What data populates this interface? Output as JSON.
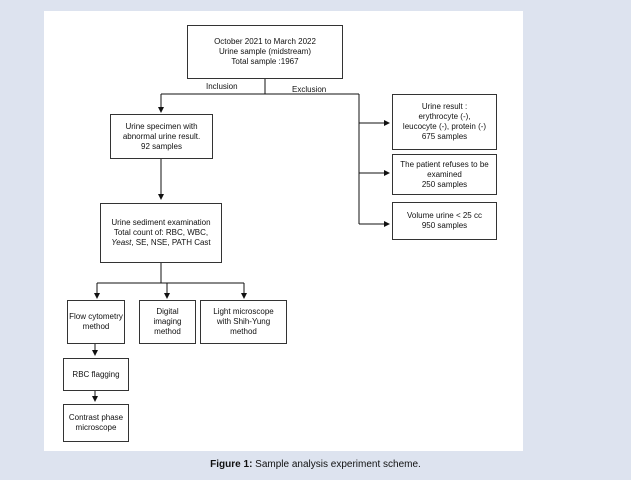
{
  "boxes": {
    "source": [
      "October 2021 to March 2022",
      "Urine sample (midstream)",
      "Total sample :1967"
    ],
    "abnormal": [
      "Urine specimen with",
      "abnormal urine result.",
      "92 samples"
    ],
    "excl_normal": [
      "Urine result :",
      "erythrocyte (-),",
      "leucocyte (-), protein (-)",
      "675 samples"
    ],
    "excl_refuse": [
      "The patient refuses to be",
      "examined",
      "250 samples"
    ],
    "excl_volume": [
      "Volume urine < 25 cc",
      "950 samples"
    ],
    "sediment": [
      "Urine sediment examination",
      "Total count of: RBC, WBC,",
      "Yeast, SE, NSE, PATH Cast"
    ],
    "flow": [
      "Flow cytometry",
      "method"
    ],
    "digital": [
      "Digital",
      "imaging",
      "method"
    ],
    "light": [
      "Light microscope",
      "with Shih-Yung",
      "method"
    ],
    "rbc_flag": [
      "RBC flagging"
    ],
    "contrast": [
      "Contrast phase",
      "microscope"
    ]
  },
  "labels": {
    "inclusion": "Inclusion",
    "exclusion": "Exclusion"
  },
  "caption": {
    "prefix": "Figure 1:",
    "text": " Sample analysis experiment scheme."
  }
}
